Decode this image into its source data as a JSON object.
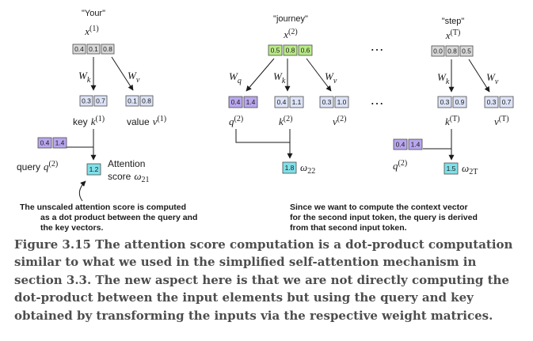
{
  "columns": {
    "your": {
      "word": "\"Your\"",
      "x_base": "x",
      "x_sup": "(1)",
      "x_values": [
        "0.4",
        "0.1",
        "0.8"
      ],
      "wk_base": "W",
      "wk_sub": "k",
      "wv_base": "W",
      "wv_sub": "v",
      "key_values": [
        "0.3",
        "0.7"
      ],
      "value_values": [
        "0.1",
        "0.8"
      ],
      "key_word": "key",
      "key_base": "k",
      "key_sup": "(1)",
      "value_word": "value",
      "value_base": "v",
      "value_sup": "(1)",
      "query_values": [
        "0.4",
        "1.4"
      ],
      "query_word": "query",
      "query_base": "q",
      "query_sup": "(2)",
      "score_value": "1.2",
      "attn_line1": "Attention",
      "attn_line2": "score",
      "omega_base": "ω",
      "omega_sub": "21"
    },
    "journey": {
      "word": "\"journey\"",
      "x_base": "x",
      "x_sup": "(2)",
      "x_values": [
        "0.5",
        "0.8",
        "0.6"
      ],
      "wq_base": "W",
      "wq_sub": "q",
      "wk_base": "W",
      "wk_sub": "k",
      "wv_base": "W",
      "wv_sub": "v",
      "query_values": [
        "0.4",
        "1.4"
      ],
      "key_values": [
        "0.4",
        "1.1"
      ],
      "value_values": [
        "0.3",
        "1.0"
      ],
      "q_base": "q",
      "q_sup": "(2)",
      "k_base": "k",
      "k_sup": "(2)",
      "v_base": "v",
      "v_sup": "(2)",
      "score_value": "1.8",
      "omega_base": "ω",
      "omega_sub": "22"
    },
    "step": {
      "word": "\"step\"",
      "x_base": "x",
      "x_sup": "(T)",
      "x_values": [
        "0.0",
        "0.8",
        "0.5"
      ],
      "wk_base": "W",
      "wk_sub": "k",
      "wv_base": "W",
      "wv_sub": "v",
      "key_values": [
        "0.3",
        "0.9"
      ],
      "value_values": [
        "0.3",
        "0.7"
      ],
      "k_base": "k",
      "k_sup": "(T)",
      "v_base": "v",
      "v_sup": "(T)",
      "query_values": [
        "0.4",
        "1.4"
      ],
      "q_base": "q",
      "q_sup": "(2)",
      "score_value": "1.5",
      "omega_base": "ω",
      "omega_sub": "2T"
    }
  },
  "ellipsis": "…",
  "notes": {
    "left": [
      "The unscaled attention score is computed",
      "as a dot product between the query and",
      "the key vectors."
    ],
    "right": [
      "Since we want to compute the context vector",
      "for the second input token, the query is derived",
      "from that second input token."
    ]
  },
  "caption": "Figure 3.15 The attention score computation is a dot-product computation similar to what we used in the simplified self-attention mechanism in section 3.3. The new aspect here is that we are not directly computing the dot-product between the input elements but using the query and key obtained by transforming the inputs via the respective weight matrices.",
  "colors": {
    "input_gray": "#d9d9d9",
    "input_green": "#b8e986",
    "key_value_blue": "#dde3f7",
    "query_purple": "#b9a6ee",
    "score_cyan": "#7fe0e8",
    "border": "#4a4a4a"
  }
}
